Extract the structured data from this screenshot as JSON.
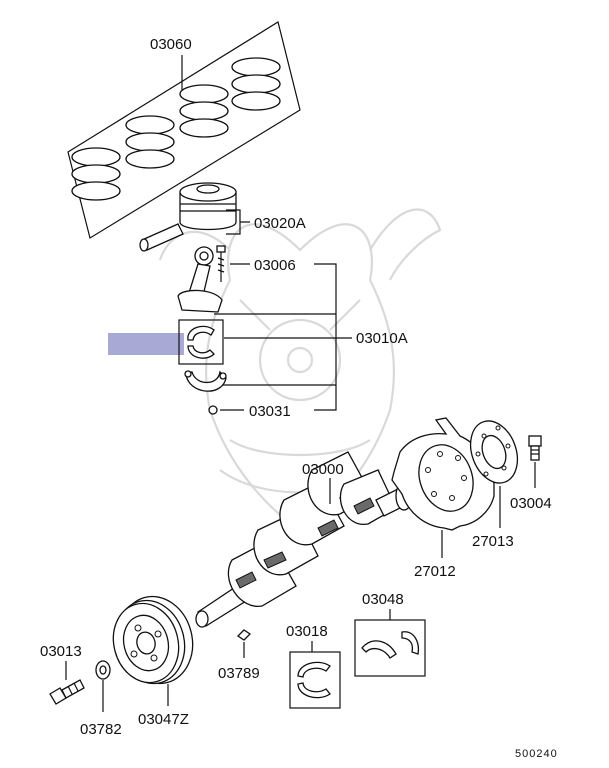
{
  "parts": [
    {
      "id": "ring-set",
      "number": "03060"
    },
    {
      "id": "piston",
      "number": "03020A"
    },
    {
      "id": "rod-bolt",
      "number": "03006"
    },
    {
      "id": "connecting-rod-assy",
      "number": "03010A"
    },
    {
      "id": "rod-nut",
      "number": "03031"
    },
    {
      "id": "crankshaft",
      "number": "03000"
    },
    {
      "id": "flywheel-bolt",
      "number": "03004"
    },
    {
      "id": "flexplate-adapter",
      "number": "27013"
    },
    {
      "id": "drive-plate",
      "number": "27012"
    },
    {
      "id": "thrust-washer",
      "number": "03048"
    },
    {
      "id": "main-bearing",
      "number": "03018"
    },
    {
      "id": "key",
      "number": "03789"
    },
    {
      "id": "pulley-bolt",
      "number": "03013"
    },
    {
      "id": "washer",
      "number": "03782"
    },
    {
      "id": "crank-pulley",
      "number": "03047Z"
    }
  ],
  "highlight": {
    "part": "rod-bearing",
    "color": "#a9a9d6"
  },
  "diagram_code": "500240",
  "watermark": "samurai-helmet-logo"
}
